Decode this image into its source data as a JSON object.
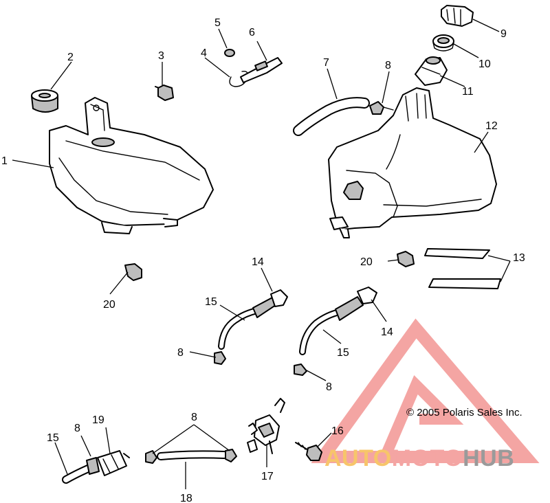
{
  "callouts": {
    "c1": "1",
    "c2": "2",
    "c3": "3",
    "c4": "4",
    "c5": "5",
    "c6": "6",
    "c7": "7",
    "c8_top": "8",
    "c9": "9",
    "c10": "10",
    "c11": "11",
    "c12": "12",
    "c13": "13",
    "c14_left": "14",
    "c14_right": "14",
    "c15_left": "15",
    "c15_right": "15",
    "c8_left": "8",
    "c8_right": "8",
    "c20_left": "20",
    "c20_right": "20",
    "c15_bottom": "15",
    "c8_bottom_left": "8",
    "c19": "19",
    "c8_bottom_mid": "8",
    "c18": "18",
    "c17": "17",
    "c16": "16"
  },
  "copyright": "© 2005 Polaris Sales Inc.",
  "watermark": {
    "auto": "AUTO",
    "moto": "MOTO",
    "hub": "HUB",
    "colors": {
      "triangle": "#f4a5a3",
      "auto": "#f7c56a",
      "moto": "#f4a5a3",
      "hub": "#9a9a9a"
    }
  }
}
